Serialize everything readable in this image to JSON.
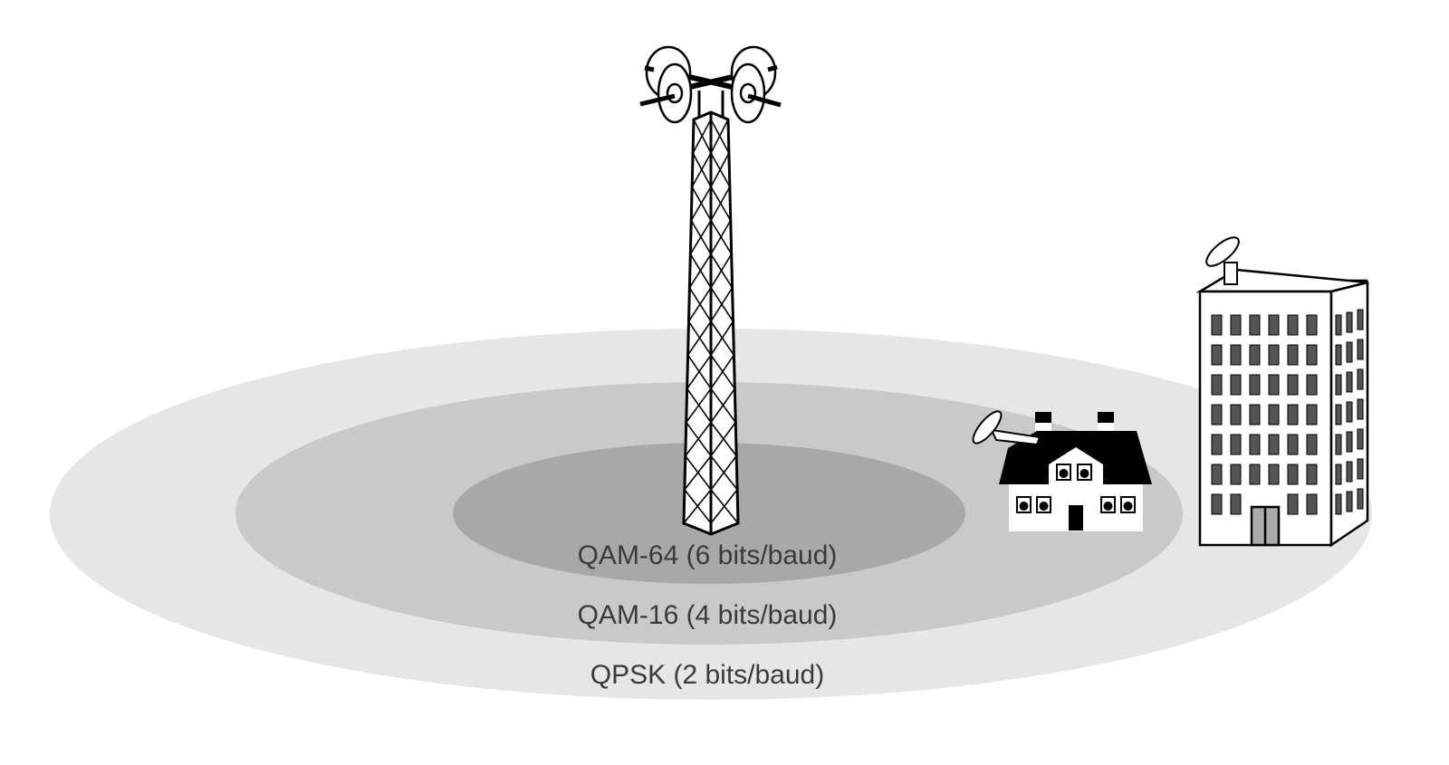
{
  "zones": [
    {
      "label": "QAM-64 (6 bits/baud)",
      "color": "#a8a8a8"
    },
    {
      "label": "QAM-16 (4 bits/baud)",
      "color": "#c9c9c9"
    },
    {
      "label": "QPSK (2 bits/baud)",
      "color": "#e6e6e6"
    }
  ],
  "icons": [
    "cell-tower-icon",
    "house-icon",
    "office-building-icon",
    "satellite-dish-icon"
  ]
}
